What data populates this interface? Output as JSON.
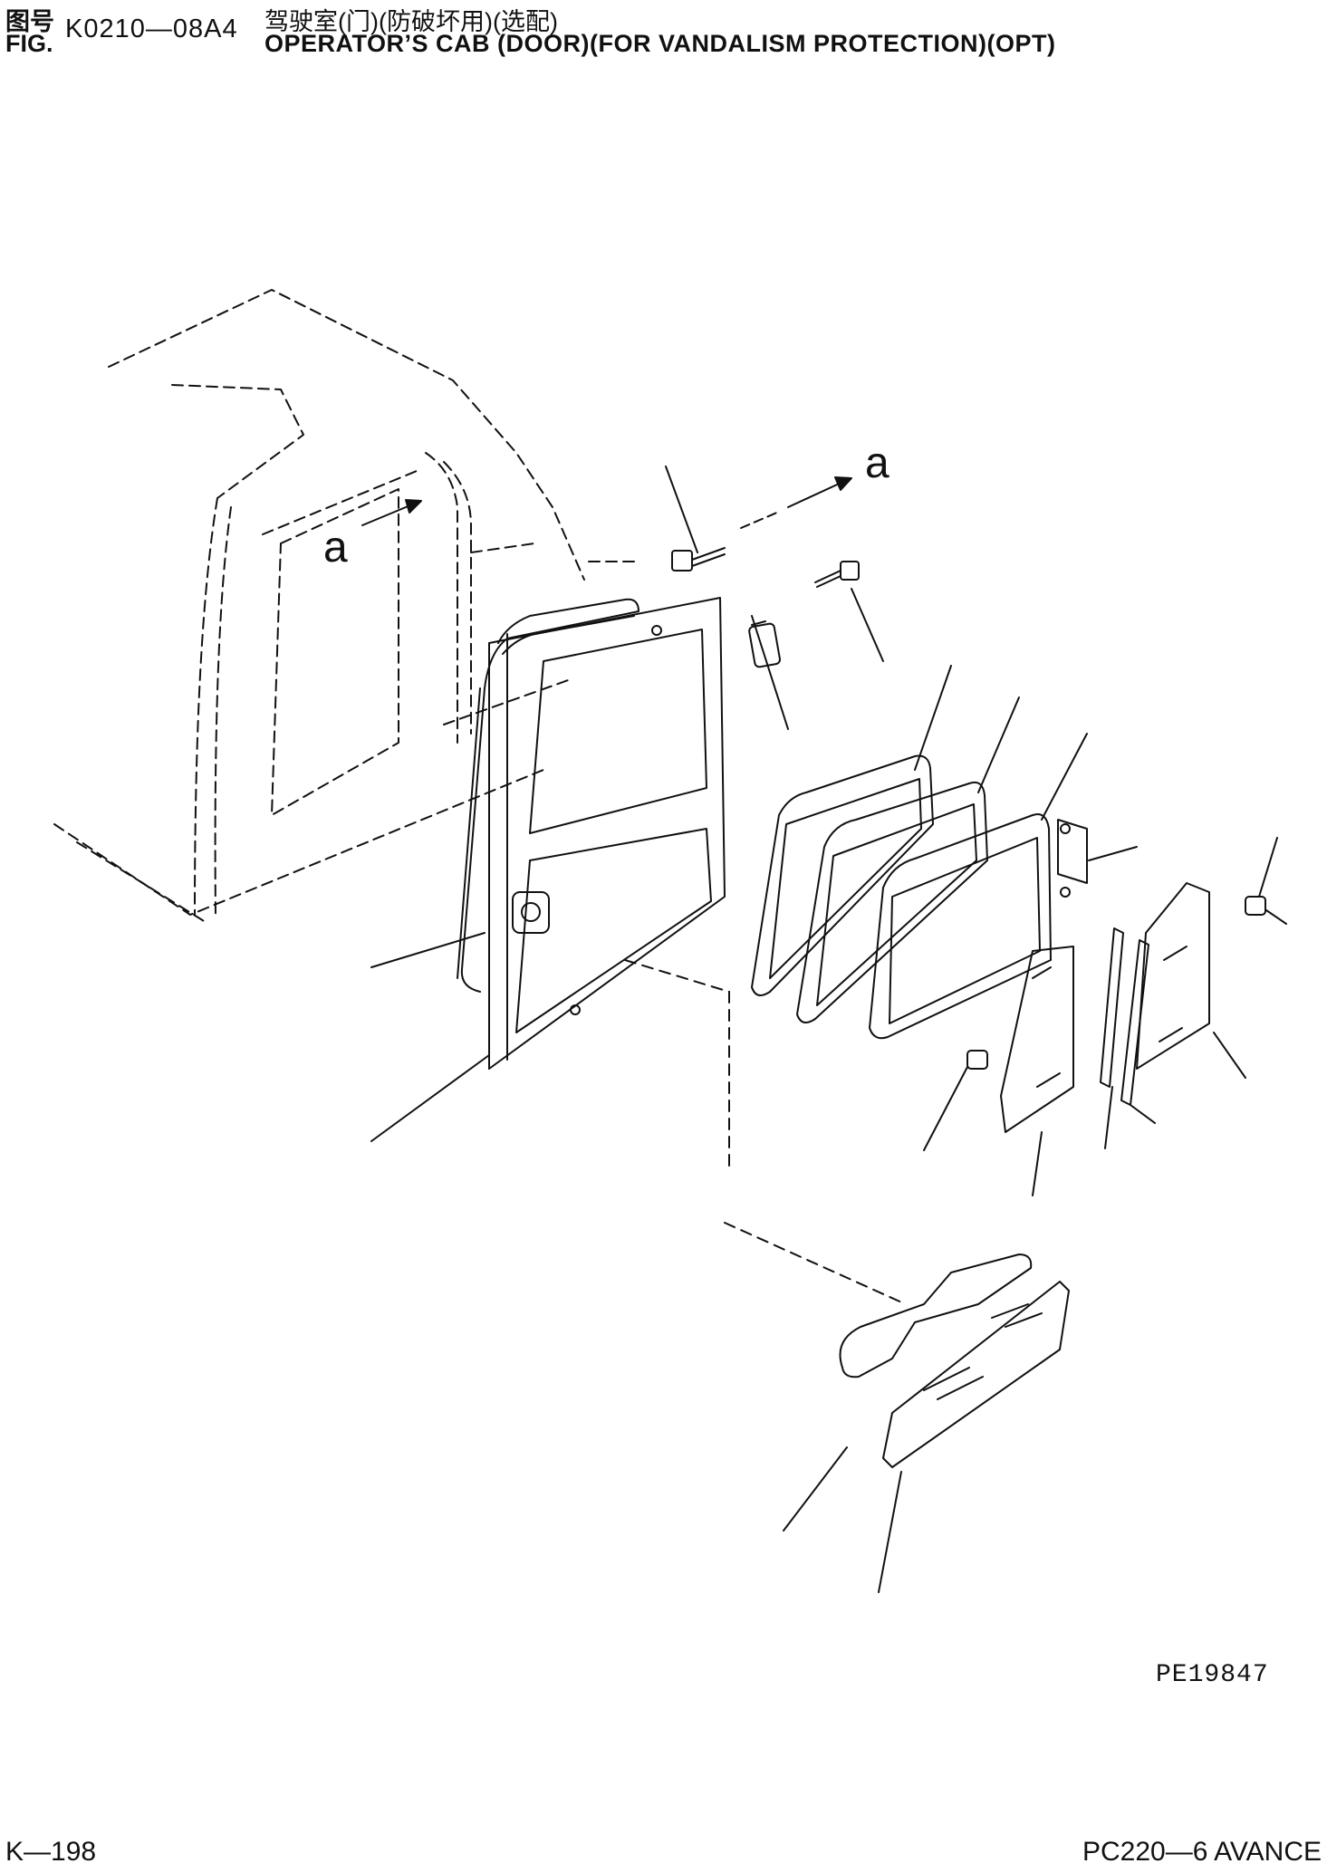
{
  "header": {
    "fig_label_cn": "图号",
    "fig_label_en": "FIG.",
    "fig_number": "K0210—08A4",
    "title_cn": "驾驶室(门)(防破坏用)(选配)",
    "title_en": "OPERATOR’S CAB (DOOR)(FOR VANDALISM PROTECTION)(OPT)"
  },
  "callouts": {
    "view_a_left": "a",
    "view_a_right": "a"
  },
  "footer": {
    "ref_code": "PE19847",
    "page_id": "K—198",
    "model": "PC220—6 AVANCE"
  },
  "colors": {
    "ink": "#111111",
    "paper": "#ffffff"
  }
}
